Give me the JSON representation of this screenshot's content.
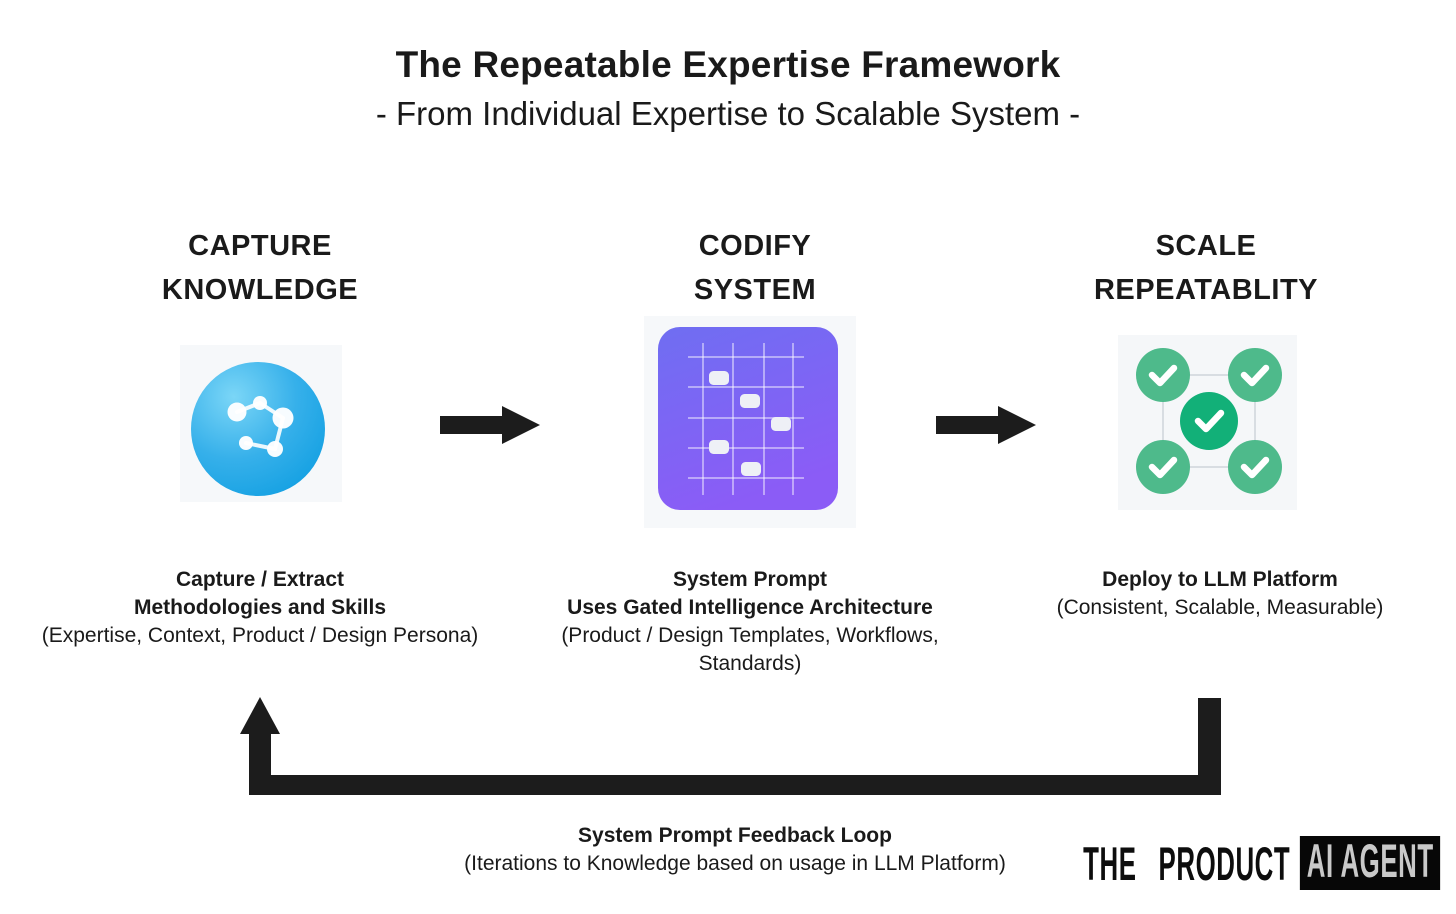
{
  "title": "The Repeatable Expertise Framework",
  "subtitle": "- From Individual Expertise to Scalable System -",
  "columns": [
    {
      "id": "capture",
      "title_lines": [
        "CAPTURE",
        "KNOWLEDGE"
      ],
      "icon": "network-nodes-icon",
      "desc_bold_lines": [
        "Capture / Extract",
        "Methodologies and Skills"
      ],
      "desc_regular_lines": [
        "(Expertise, Context, Product / Design Persona)"
      ]
    },
    {
      "id": "codify",
      "title_lines": [
        "CODIFY",
        "SYSTEM"
      ],
      "icon": "grid-matrix-icon",
      "desc_bold_lines": [
        "System Prompt",
        "Uses Gated Intelligence Architecture"
      ],
      "desc_regular_lines": [
        "(Product / Design Templates, Workflows,",
        "Standards)"
      ]
    },
    {
      "id": "scale",
      "title_lines": [
        "SCALE",
        "REPEATABLITY"
      ],
      "icon": "checkmarks-network-icon",
      "desc_bold_lines": [
        "Deploy to LLM Platform"
      ],
      "desc_regular_lines": [
        "(Consistent, Scalable, Measurable)"
      ]
    }
  ],
  "feedback_loop": {
    "label_bold": "System Prompt Feedback Loop",
    "label_regular": "(Iterations to Knowledge based on usage in LLM Platform)"
  },
  "logo": {
    "text": "THE PRODUCT",
    "badge": "AI AGENT"
  },
  "colors": {
    "text": "#1a1a1a",
    "tile_bg": "#f6f8fa",
    "capture_circle_light": "#7bd6f7",
    "capture_circle_dark": "#13a0e2",
    "codify_gradient_top": "#6f6ef2",
    "codify_gradient_bottom": "#8b5cf6",
    "scale_green_corner": "#4eba8b",
    "scale_green_center": "#12b078",
    "connector_gray": "#d8dde2",
    "arrow_black": "#1c1c1c"
  }
}
